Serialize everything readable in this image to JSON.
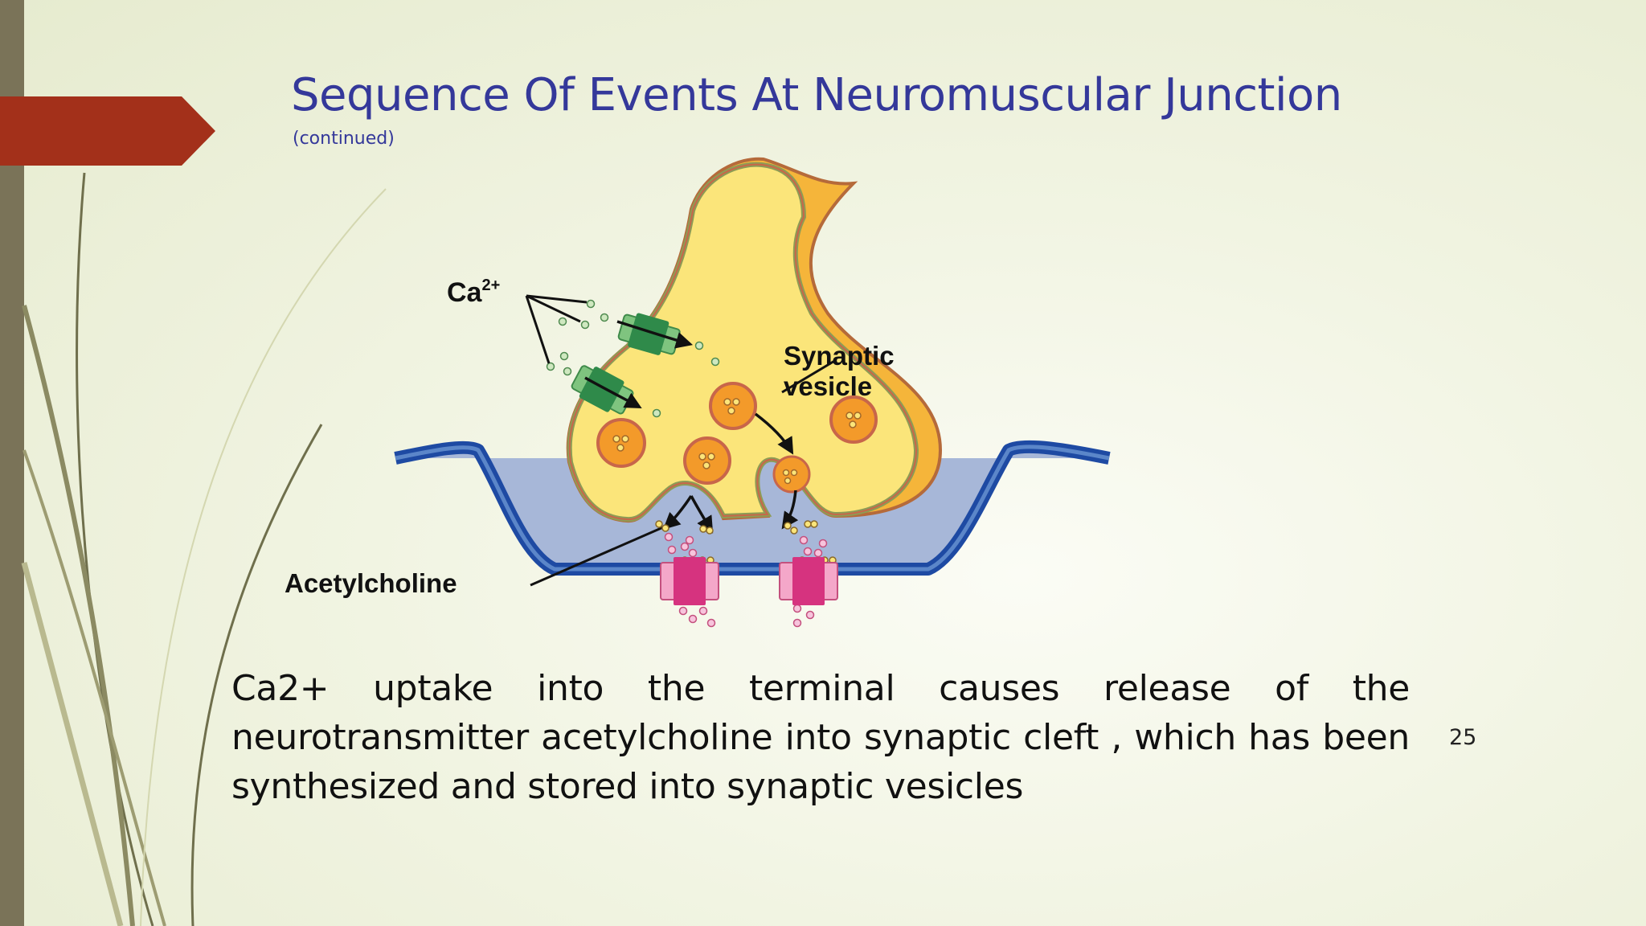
{
  "slide": {
    "title": "Sequence Of Events At Neuromuscular Junction",
    "subtitle": "(continued)",
    "body": "Ca2+ uptake into the terminal causes release of the neurotransmitter acetylcholine into synaptic cleft , which has been synthesized and stored into synaptic vesicles",
    "slide_number": "25"
  },
  "diagram": {
    "ca_label": "Ca",
    "ca_superscript": "2+",
    "synaptic_vesicle_line1": "Synaptic",
    "synaptic_vesicle_line2": "vesicle",
    "acetylcholine_label": "Acetylcholine"
  },
  "colors": {
    "title": "#34389a",
    "accent_arrow": "#a3301a",
    "left_bar": "#7a7358",
    "terminal_fill": "#fbe57a",
    "muscle_membrane": "#1e4aa3",
    "cleft_fill": "#a7b7d8",
    "vesicle": "#f39a2a",
    "receptor": "#d6337f"
  },
  "icons": [
    "decorative-swoosh",
    "accent-arrow-shape"
  ]
}
